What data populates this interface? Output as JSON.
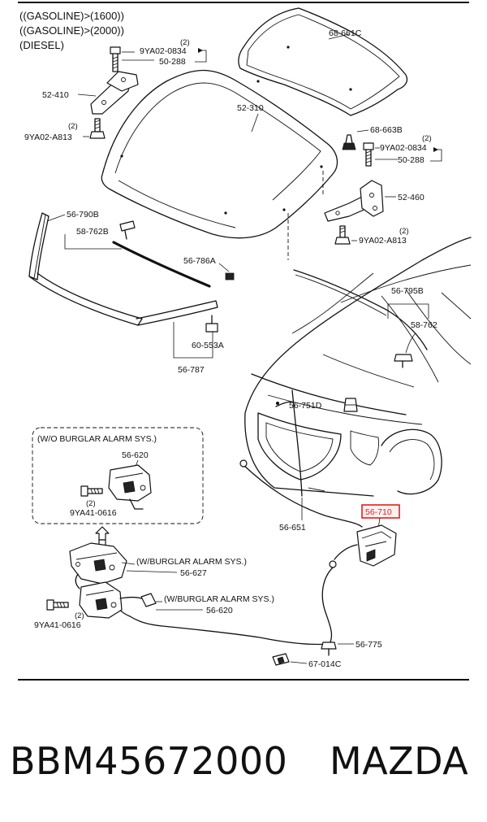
{
  "header": {
    "line1": "((GASOLINE)>(1600))",
    "line2": "((GASOLINE)>(2000))",
    "line3": "(DIESEL)"
  },
  "labels": {
    "p68_661C": "68-661C",
    "p9YA02_0834_a": "9YA02-0834",
    "qty_a": "(2)",
    "p50_288_a": "50-288",
    "p52_410": "52-410",
    "p52_310": "52-310",
    "qty_b": "(2)",
    "p9YA02_A813_a": "9YA02-A813",
    "p68_663B": "68-663B",
    "qty_c": "(2)",
    "p9YA02_0834_b": "9YA02-0834",
    "p50_288_b": "50-288",
    "p52_460": "52-460",
    "qty_d": "(2)",
    "p9YA02_A813_b": "9YA02-A813",
    "p56_790B": "56-790B",
    "p58_762B": "58-762B",
    "p56_786A": "56-786A",
    "p60_553A": "60-553A",
    "p56_787": "56-787",
    "p56_795B": "56-795B",
    "p58_762": "58-762",
    "p56_751D": "56-751D",
    "wo_alarm": "(W/O BURGLAR ALARM SYS.)",
    "p56_620_a": "56-620",
    "qty_e": "(2)",
    "p9YA41_0616_a": "9YA41-0616",
    "p56_651": "56-651",
    "p56_710": "56-710",
    "w_alarm_a": "(W/BURGLAR ALARM SYS.)",
    "p56_627": "56-627",
    "w_alarm_b": "(W/BURGLAR ALARM SYS.)",
    "p56_620_b": "56-620",
    "qty_f": "(2)",
    "p9YA41_0616_b": "9YA41-0616",
    "p56_775": "56-775",
    "p67_014C": "67-014C"
  },
  "footer": {
    "part_number": "BBM45672000",
    "brand": "MAZDA"
  },
  "colors": {
    "highlight": "#e02020",
    "ink": "#111111"
  }
}
